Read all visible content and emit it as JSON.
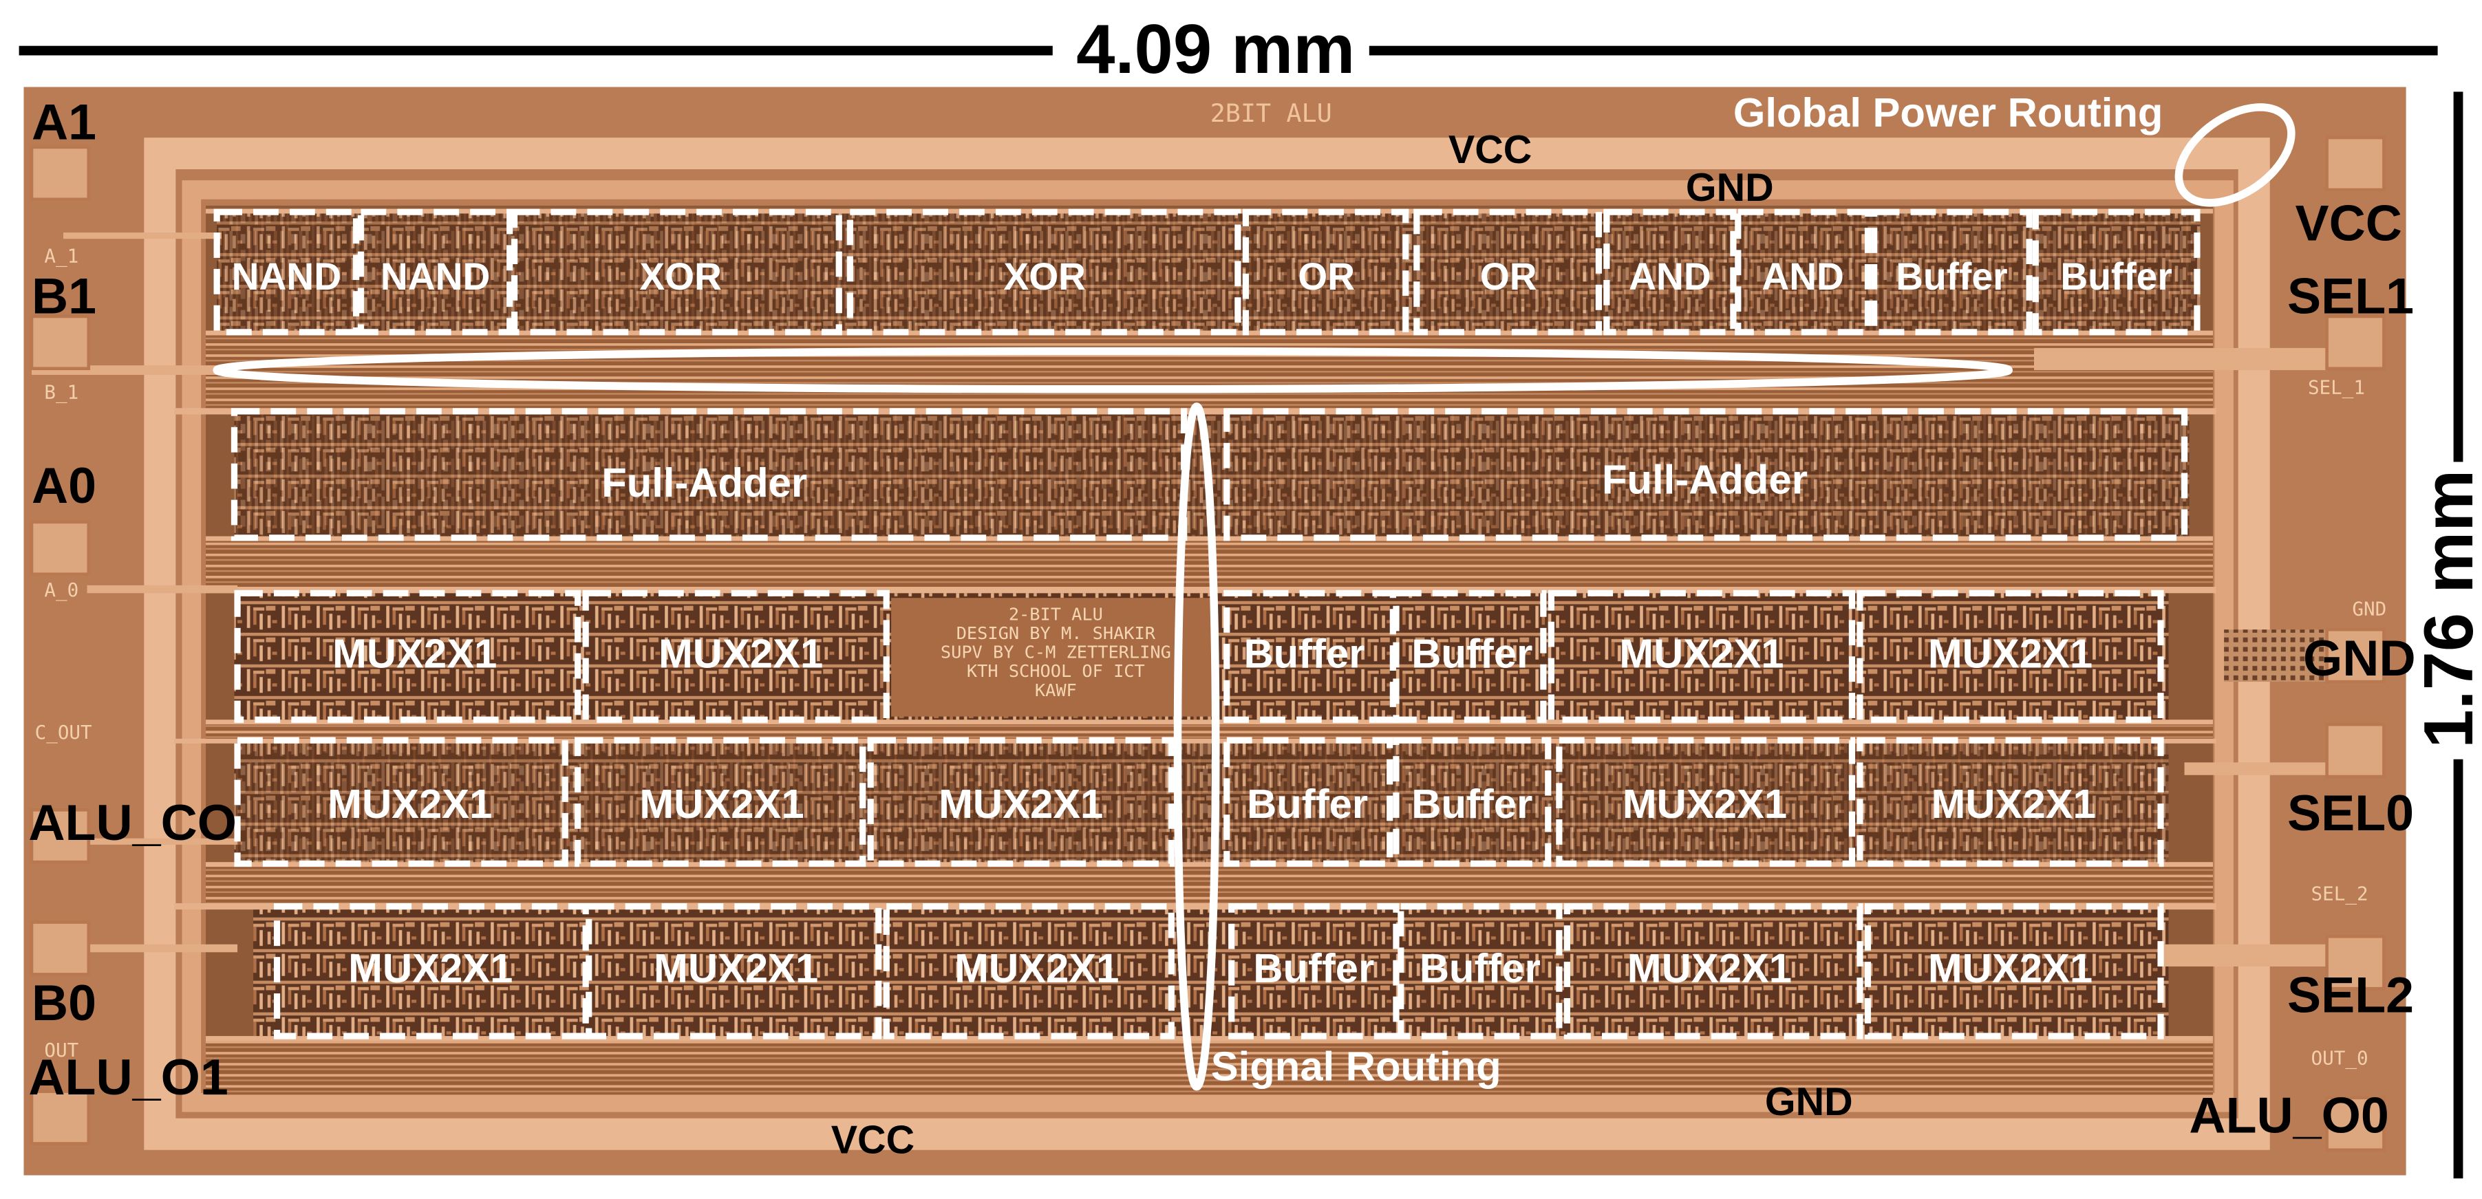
{
  "dimensions": {
    "width_label": "4.09 mm",
    "height_label": "1.76 mm"
  },
  "pins": {
    "left": [
      "A1",
      "B1",
      "A0",
      "ALU_CO",
      "B0",
      "ALU_O1"
    ],
    "right": [
      "VCC",
      "SEL1",
      "GND",
      "SEL0",
      "SEL2",
      "ALU_O0"
    ]
  },
  "rails": {
    "vcc_top": "VCC",
    "gnd_top": "GND",
    "gnd_bottom": "GND",
    "vcc_bottom": "VCC"
  },
  "annotations": {
    "power_routing": "Global Power Routing",
    "signal_routing": "Signal Routing"
  },
  "die_markings": {
    "chip_name": "2BIT ALU",
    "pad_text": [
      "A_1",
      "B_1",
      "A_0",
      "C_OUT",
      "OUT",
      "SEL_1",
      "GND",
      "SEL_2",
      "OUT_0"
    ],
    "credits": [
      "2-BIT ALU",
      "DESIGN BY  M. SHAKIR",
      "SUPV BY  C-M ZETTERLING",
      "KTH SCHOOL OF ICT",
      "KAWF"
    ]
  },
  "rows": [
    {
      "blocks": [
        "NAND",
        "NAND",
        "XOR",
        "XOR",
        "OR",
        "OR",
        "AND",
        "AND",
        "Buffer",
        "Buffer"
      ]
    },
    {
      "blocks": [
        "Full-Adder",
        "Full-Adder"
      ]
    },
    {
      "blocks": [
        "MUX2X1",
        "MUX2X1",
        "Buffer",
        "Buffer",
        "MUX2X1",
        "MUX2X1"
      ]
    },
    {
      "blocks": [
        "MUX2X1",
        "MUX2X1",
        "MUX2X1",
        "Buffer",
        "Buffer",
        "MUX2X1",
        "MUX2X1"
      ]
    },
    {
      "blocks": [
        "MUX2X1",
        "MUX2X1",
        "MUX2X1",
        "Buffer",
        "Buffer",
        "MUX2X1",
        "MUX2X1"
      ]
    }
  ]
}
